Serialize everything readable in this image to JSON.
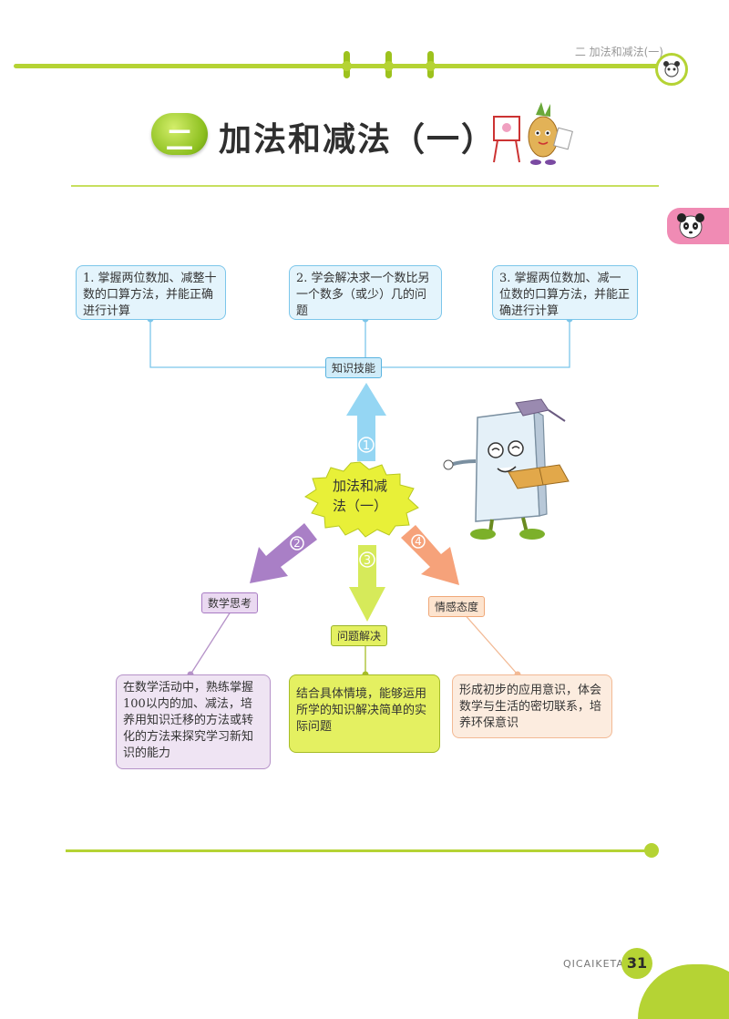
{
  "header": {
    "chapter_label": "二 加法和减法(一)"
  },
  "chapter": {
    "number": "二",
    "title": "加法和减法（一）"
  },
  "mindmap": {
    "center": "加法和减法（一）",
    "center_line1": "加法和减",
    "center_line2": "法（一）",
    "arrows": [
      {
        "number": "1",
        "color": "#8fd4f2"
      },
      {
        "number": "2",
        "color": "#a97fc6"
      },
      {
        "number": "3",
        "color": "#d6ea5a"
      },
      {
        "number": "4",
        "color": "#f6a27a"
      }
    ],
    "knowledge": {
      "label": "知识技能",
      "items": [
        "1. 掌握两位数加、减整十数的口算方法，并能正确进行计算",
        "2. 学会解决求一个数比另一个数多（或少）几的问题",
        "3. 掌握两位数加、减一位数的口算方法，并能正确进行计算"
      ]
    },
    "math_thinking": {
      "label": "数学思考",
      "text": "在数学活动中，熟练掌握100以内的加、减法，培养用知识迁移的方法或转化的方法来探究学习新知识的能力"
    },
    "problem_solving": {
      "label": "问题解决",
      "text": "结合具体情境，能够运用所学的知识解决简单的实际问题"
    },
    "attitude": {
      "label": "情感态度",
      "text": "形成初步的应用意识，体会数学与生活的密切联系，培养环保意识"
    }
  },
  "footer": {
    "brand": "QICAIKETANG",
    "page_number": "31"
  }
}
